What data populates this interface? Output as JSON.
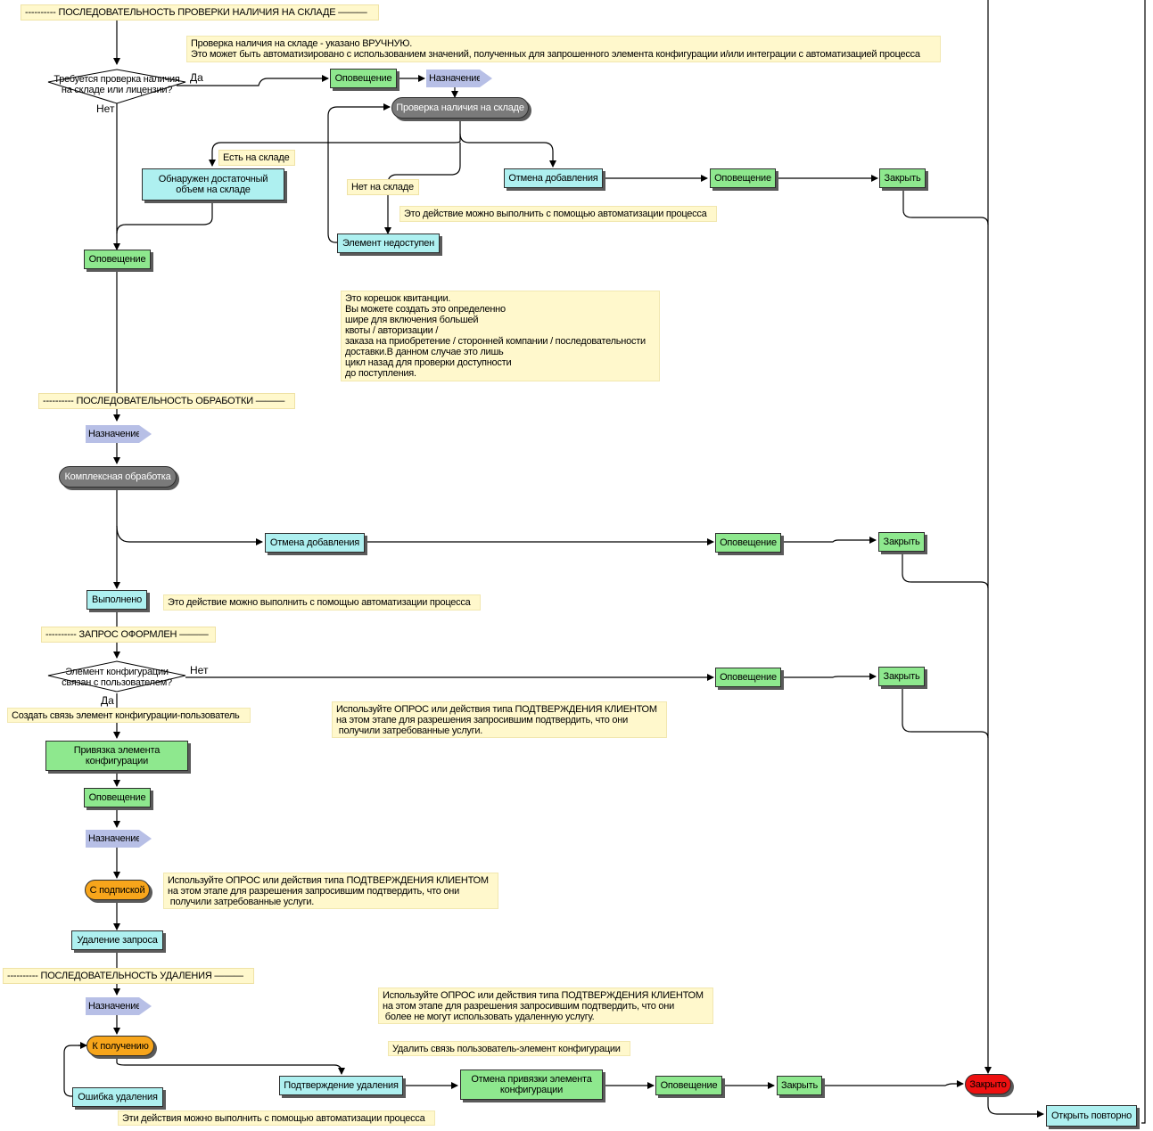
{
  "headers": {
    "stock_seq": "---------- ПОСЛЕДОВАТЕЛЬНОСТЬ ПРОВЕРКИ НАЛИЧИЯ НА СКЛАДЕ ———",
    "processing_seq": "---------- ПОСЛЕДОВАТЕЛЬНОСТЬ ОБРАБОТКИ ———",
    "request_done": "---------- ЗАПРОС ОФОРМЛЕН ———",
    "removal_seq": "---------- ПОСЛЕДОВАТЕЛЬНОСТЬ УДАЛЕНИЯ ———"
  },
  "decisions": {
    "stock_check": "Требуется проверка наличия\nна складе или лицензии?",
    "ci_linked": "Элемент конфигурации\nсвязан с пользователем?"
  },
  "edge_labels": {
    "yes": "Да",
    "no": "Нет",
    "in_stock": "Есть на складе",
    "not_in_stock": "Нет на складе"
  },
  "nodes": {
    "notify_1": "Оповещение",
    "assign_1": "Назначение",
    "stock_check": "Проверка наличия на складе",
    "sufficient": "Обнаружен достаточный\nобъем на складе",
    "cancel_add_1": "Отмена добавления",
    "notify_2": "Оповещение",
    "close_1": "Закрыть",
    "unavailable": "Элемент недоступен",
    "notify_3": "Оповещение",
    "assign_2": "Назначение",
    "complex": "Комплексная обработка",
    "cancel_add_2": "Отмена добавления",
    "notify_4": "Оповещение",
    "close_2": "Закрыть",
    "done": "Выполнено",
    "notify_5": "Оповещение",
    "close_3": "Закрыть",
    "bind_ci": "Привязка элемента\nконфигурации",
    "notify_6": "Оповещение",
    "assign_3": "Назначение",
    "subscribed": "С подпиской",
    "delete_request": "Удаление запроса",
    "assign_4": "Назначение",
    "to_receive": "К получению",
    "delete_error": "Ошибка удаления",
    "delete_confirm": "Подтверждение удаления",
    "unbind_ci": "Отмена привязки элемента\nконфигурации",
    "notify_7": "Оповещение",
    "close_4": "Закрыть",
    "closed": "Закрыто",
    "reopen": "Открыть повторно"
  },
  "notes": {
    "manual": "Проверка наличия на складе - указано ВРУЧНУЮ.\nЭто может быть автоматизировано с использованием значений, полученных для запрошенного элемента конфигурации и/или интеграции с автоматизацией процесса",
    "auto_1": "Это действие можно выполнить с помощью автоматизации процесса",
    "stub": "Это корешок квитанции.\nВы можете создать это определенно\nшире для включения большей\nквоты / авторизации /\nзаказа на приобретение / сторонней компании / последовательности\nдоставки.В данном случае это лишь\nцикл назад для проверки доступности\nдо поступления.",
    "auto_2": "Это действие можно выполнить с помощью автоматизации процесса",
    "create_link": "Создать связь элемент конфигурации-пользователь",
    "survey_1": "Используйте ОПРОС или действия типа ПОДТВЕРЖДЕНИЯ КЛИЕНТОМ\nна этом этапе для разрешения запросившим подтвердить, что они\n получили затребованные услуги.",
    "survey_2": "Используйте ОПРОС или действия типа ПОДТВЕРЖДЕНИЯ КЛИЕНТОМ\nна этом этапе для разрешения запросившим подтвердить, что они\n получили затребованные услуги.",
    "survey_3": "Используйте ОПРОС или действия типа ПОДТВЕРЖДЕНИЯ КЛИЕНТОМ\nна этом этапе для разрешения запросившим подтвердить, что они\n более не могут использовать удаленную услугу.",
    "delete_link": "Удалить связь пользователь-элемент конфигурации",
    "auto_3": "Эти действия можно выполнить с помощью автоматизации процесса"
  },
  "colors": {
    "action_green": "#8ee88e",
    "state_cyan": "#aef0f0",
    "gray_process": "#7a7a7a",
    "assign_blue": "#b7bfe6",
    "subscription_orange": "#f7a51b",
    "closed_red": "#ee1111",
    "note_yellow": "#fff8cc"
  }
}
